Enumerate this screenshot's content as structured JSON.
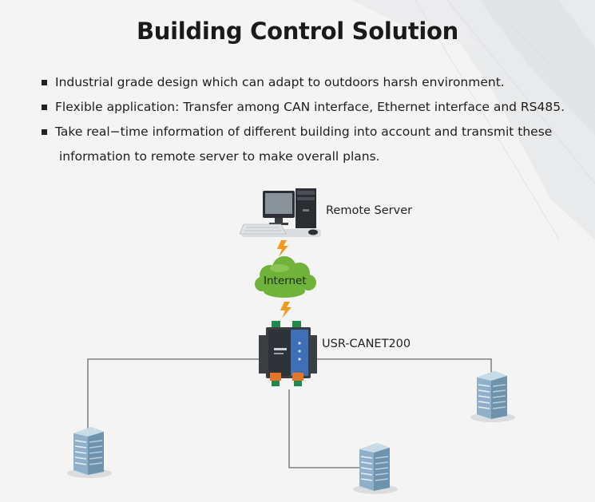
{
  "title": "Building Control Solution",
  "bullets": [
    "Industrial grade design which can adapt to outdoors harsh environment.",
    "Flexible application: Transfer among CAN interface, Ethernet interface and RS485.",
    "Take real−time information of different building into account and transmit these",
    "information to remote server to make overall plans."
  ],
  "diagram": {
    "server_label": "Remote Server",
    "cloud_label": "Internet",
    "device_label": "USR-CANET200",
    "nodes": [
      {
        "name": "remote-server",
        "icon": "computer-icon"
      },
      {
        "name": "internet",
        "icon": "cloud-icon"
      },
      {
        "name": "gateway",
        "icon": "router-device-icon"
      },
      {
        "name": "building-left",
        "icon": "building-icon"
      },
      {
        "name": "building-middle",
        "icon": "building-icon"
      },
      {
        "name": "building-right",
        "icon": "building-icon"
      }
    ],
    "colors": {
      "cloud": "#6fb33a",
      "lightning": "#f39a1c",
      "device_orange": "#e8742a",
      "device_blue": "#3f6fb5",
      "building": "#8fb0c8",
      "lines": "#6b6b6b"
    }
  }
}
